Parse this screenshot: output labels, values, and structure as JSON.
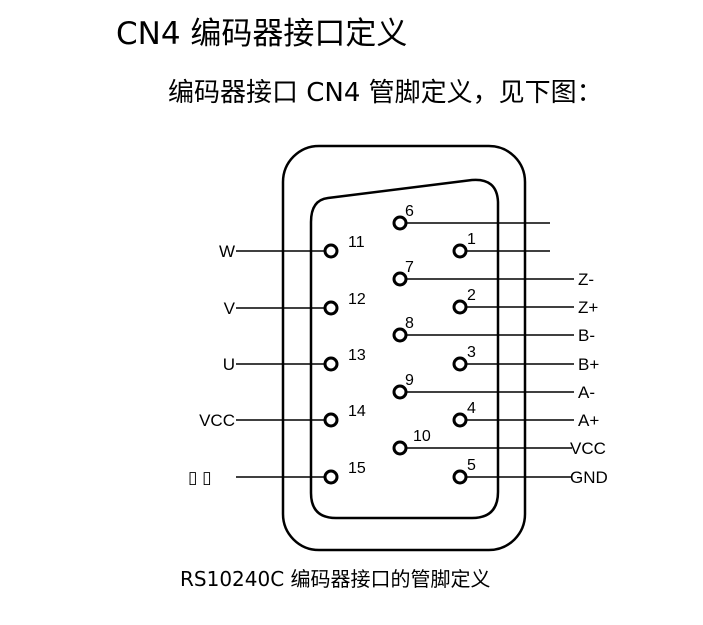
{
  "heading": "CN4 编码器接口定义",
  "intro": "编码器接口 CN4 管脚定义，见下图：",
  "caption": "RS10240C 编码器接口的管脚定义",
  "pin_numbers": [
    "1",
    "2",
    "3",
    "4",
    "5",
    "6",
    "7",
    "8",
    "9",
    "10",
    "11",
    "12",
    "13",
    "14",
    "15"
  ],
  "signals": {
    "pin11": "W",
    "pin12": "V",
    "pin13": "U",
    "pin14": "VCC",
    "pin15": "▯ ▯",
    "pin7": "Z-",
    "pin2": "Z+",
    "pin8": "B-",
    "pin3": "B+",
    "pin9": "A-",
    "pin4": "A+",
    "pin10": "VCC",
    "pin5": "GND"
  }
}
